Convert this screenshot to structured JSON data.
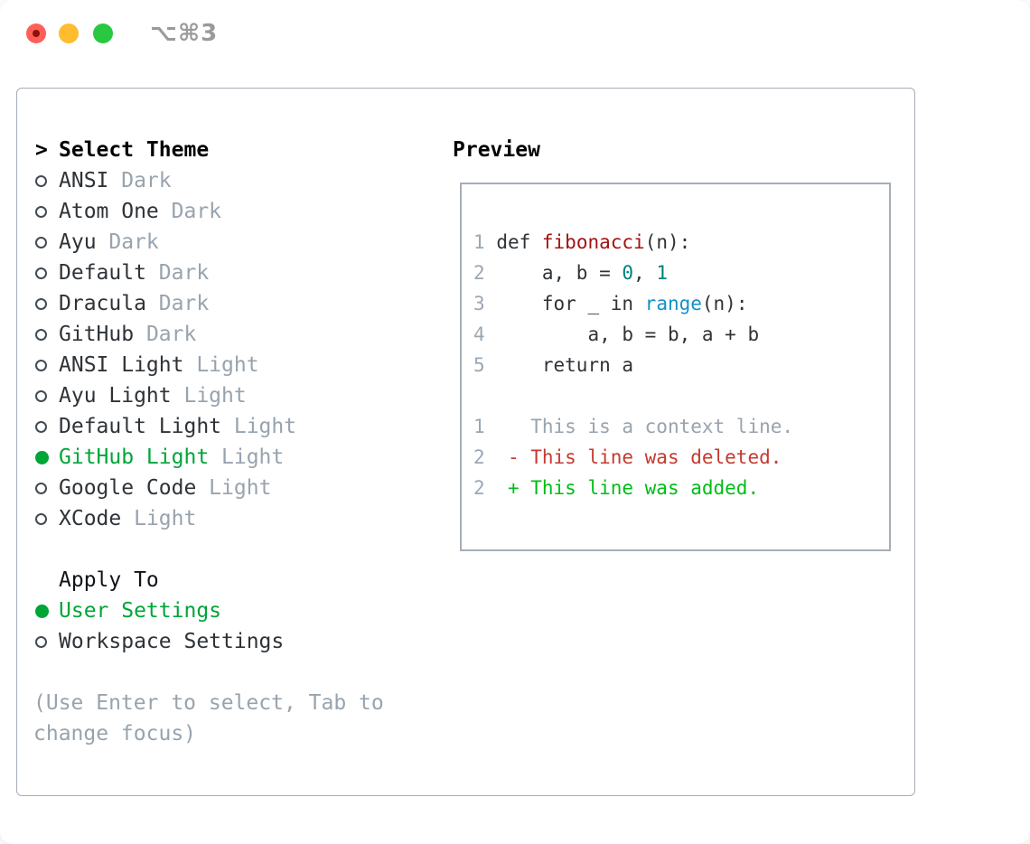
{
  "window": {
    "title": "⌥⌘3"
  },
  "theme_list": {
    "prompt_marker": ">",
    "header": "Select Theme",
    "items": [
      {
        "name": "ANSI",
        "variant": "Dark",
        "selected": false
      },
      {
        "name": "Atom One",
        "variant": "Dark",
        "selected": false
      },
      {
        "name": "Ayu",
        "variant": "Dark",
        "selected": false
      },
      {
        "name": "Default",
        "variant": "Dark",
        "selected": false
      },
      {
        "name": "Dracula",
        "variant": "Dark",
        "selected": false
      },
      {
        "name": "GitHub",
        "variant": "Dark",
        "selected": false
      },
      {
        "name": "ANSI Light",
        "variant": "Light",
        "selected": false
      },
      {
        "name": "Ayu Light",
        "variant": "Light",
        "selected": false
      },
      {
        "name": "Default Light",
        "variant": "Light",
        "selected": false
      },
      {
        "name": "GitHub Light",
        "variant": "Light",
        "selected": true
      },
      {
        "name": "Google Code",
        "variant": "Light",
        "selected": false
      },
      {
        "name": "XCode",
        "variant": "Light",
        "selected": false
      }
    ]
  },
  "apply_to": {
    "header": "Apply To",
    "options": [
      {
        "label": "User Settings",
        "selected": true
      },
      {
        "label": "Workspace Settings",
        "selected": false
      }
    ]
  },
  "help": {
    "text": "(Use Enter to select, Tab to change focus)"
  },
  "preview": {
    "header": "Preview",
    "lines": [
      {
        "num": "1",
        "segments": [
          {
            "text": " ",
            "style": "plain"
          },
          {
            "text": "def ",
            "style": "keyword"
          },
          {
            "text": "fibonacci",
            "style": "function"
          },
          {
            "text": "(n):",
            "style": "plain"
          }
        ]
      },
      {
        "num": "2",
        "segments": [
          {
            "text": "     a, b = ",
            "style": "plain"
          },
          {
            "text": "0",
            "style": "number"
          },
          {
            "text": ", ",
            "style": "plain"
          },
          {
            "text": "1",
            "style": "number"
          }
        ]
      },
      {
        "num": "3",
        "segments": [
          {
            "text": "     for _ in ",
            "style": "plain"
          },
          {
            "text": "range",
            "style": "builtin"
          },
          {
            "text": "(n):",
            "style": "plain"
          }
        ]
      },
      {
        "num": "4",
        "segments": [
          {
            "text": "         a, b = b, a + b",
            "style": "plain"
          }
        ]
      },
      {
        "num": "5",
        "segments": [
          {
            "text": "     return a",
            "style": "plain"
          }
        ]
      },
      {
        "num": "",
        "segments": []
      },
      {
        "num": "1",
        "segments": [
          {
            "text": "    This is a context line.",
            "style": "context"
          }
        ]
      },
      {
        "num": "2",
        "segments": [
          {
            "text": "  - This line was deleted.",
            "style": "deleted"
          }
        ]
      },
      {
        "num": "2",
        "segments": [
          {
            "text": "  + This line was added.",
            "style": "added"
          }
        ]
      }
    ]
  },
  "colors": {
    "accent_green": "#00a538",
    "added_green": "#00bd16",
    "deleted_red": "#c63a2d",
    "function_red": "#a31212",
    "builtin_blue": "#1390c9",
    "number_teal": "#008080",
    "muted_gray": "#98a3ae",
    "text_dark": "#2e3338",
    "border_gray": "#a6aeb6",
    "traffic_red": "#ff5f57",
    "traffic_yellow": "#febc2e",
    "traffic_green": "#28c840",
    "title_gray": "#9a9a9a"
  }
}
